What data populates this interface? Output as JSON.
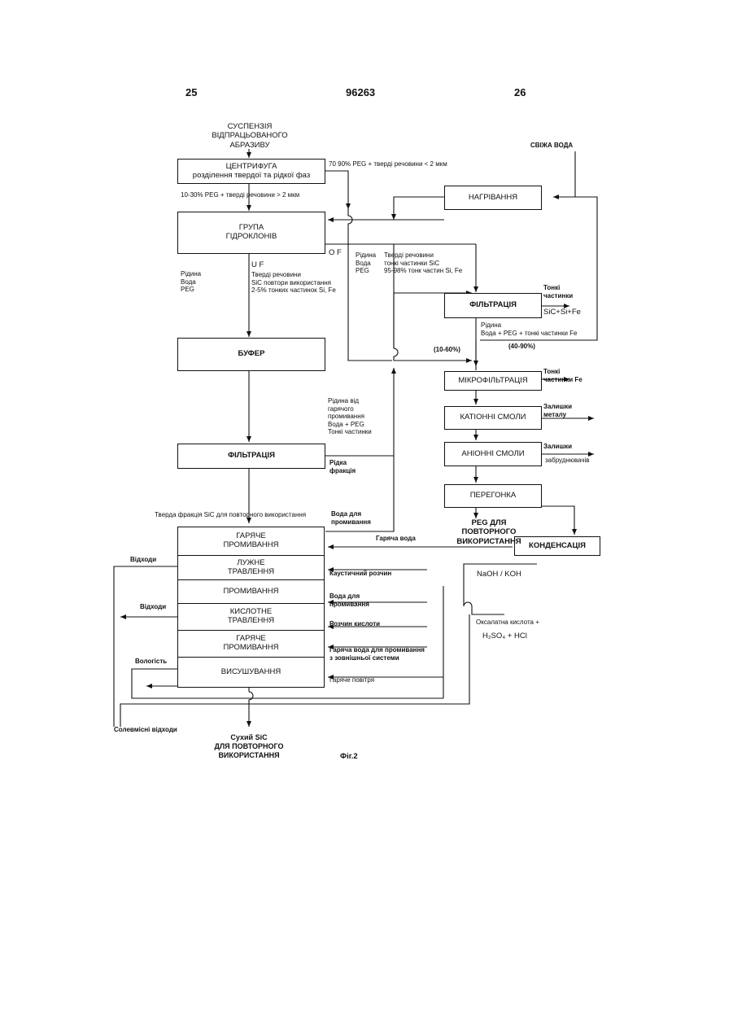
{
  "header": {
    "page_left": "25",
    "doc_number": "96263",
    "page_right": "26"
  },
  "boxes": {
    "centrifuge_title": "ЦЕНТРИФУГА",
    "centrifuge_sub": "розділення твердої та рідкої фаз",
    "hydrocyclones": "ГРУПА\nГІДРОКЛОНІВ",
    "heating": "НАГРІВАННЯ",
    "filtration_right": "ФІЛЬТРАЦІЯ",
    "buffer": "БУФЕР",
    "microfiltration": "МІКРОФІЛЬТРАЦІЯ",
    "cation_resins": "КАТІОННІ СМОЛИ",
    "anion_resins": "АНІОННІ СМОЛИ",
    "filtration_left": "ФІЛЬТРАЦІЯ",
    "distillation": "ПЕРЕГОНКА",
    "condensation": "КОНДЕНСАЦІЯ",
    "hot_wash_1": "ГАРЯЧЕ\nПРОМИВАННЯ",
    "alkaline_etching": "ЛУЖНЕ\nТРАВЛЕННЯ",
    "washing": "ПРОМИВАННЯ",
    "acid_etching": "КИСЛОТНЕ\nТРАВЛЕННЯ",
    "hot_wash_2": "ГАРЯЧЕ\nПРОМИВАННЯ",
    "drying": "ВИСУШУВАННЯ"
  },
  "labels": {
    "suspension": "СУСПЕНЗІЯ\nВІДПРАЦЬОВАНОГО\nАБРАЗИВУ",
    "fresh_water": "СВІЖА ВОДА",
    "centrifuge_liquid": "70 90% PEG + тверді речовини < 2 мкм",
    "centrifuge_solid": "10-30% PEG + тверді речовини > 2 мкм",
    "of": "O F",
    "uf": "U F",
    "liquid_water_peg_left": "Рідина\nВода\nPEG",
    "solids_uf": "Тверді речовини\nSiC повтори використання\n2-5% тонких частинок Si, Fe",
    "liquid_water_peg_mid": "Рідина\nВода\nPEG",
    "solids_of": "Тверді речовини\nтонкі частинки SiC\n95-98% тонк частин Si, Fe",
    "fine_particles_1": "Тонкі\nчастинки",
    "sic_si_fe": "SiC+Si+Fe",
    "liquid_after_filtration": "Рідина\nВода + PEG + тонкі частинки Fe",
    "pct_10_60": "(10-60%)",
    "pct_40_90": "(40-90%)",
    "fine_particles_fe": "Тонкі\nчастинки Fe",
    "metal_residue": "Залишки\nметалу",
    "contaminant_residue_1": "Залишки",
    "contaminant_residue_2": "забруднювачів",
    "liquid_from_hot_wash": "Рідина від\nгарячого\nпромивання\nВода + PEG\nТонкі частинки",
    "liquid_fraction": "Рідка\nфракція",
    "solid_fraction": "Тверда фракція  SiC для повторного використання",
    "water_for_washing_1": "Вода для\nпромивання",
    "peg_reuse": "PEG ДЛЯ\nПОВТОРНОГО\nВИКОРИСТАННЯ",
    "hot_water": "Гаряча вода",
    "waste_1": "Відходи",
    "caustic_solution": "Каустичний розчин",
    "naoh_koh": "NaOH / KOH",
    "waste_2": "Відходи",
    "water_for_washing_2": "Вода для\nпромивання",
    "acid_solution": "Розчин кислоти",
    "oxalic_acid": "Оксалатна кислота +",
    "h2so4_hcl": "H₂SO₄ + HCl",
    "moisture": "Вологість",
    "hot_water_external": "Гаряча вода для промивання\nз зовнішньої системи",
    "hot_air": "Гаряче повітря",
    "salt_waste": "Солевмісні відходи",
    "dry_sic": "Сухий SiC\nДЛЯ ПОВТОРНОГО\nВИКОРИСТАННЯ",
    "figure": "Фіг.2"
  }
}
